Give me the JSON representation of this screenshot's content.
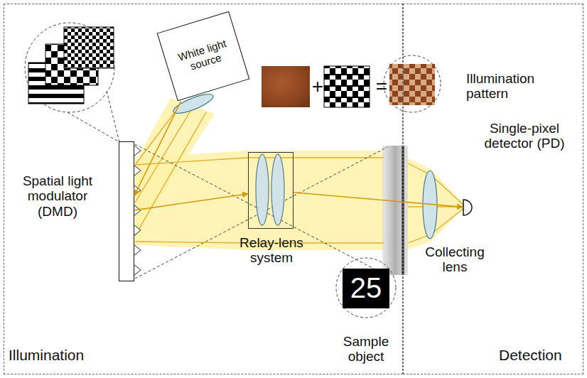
{
  "diagram": {
    "nodes": [
      {
        "text": [
          "Illumination"
        ]
      },
      {
        "text": [
          "Detection"
        ]
      },
      {
        "text": [
          "White light source"
        ],
        "in": 0
      },
      {
        "text": [
          "Spatial light modulator (DMD)"
        ],
        "in": 0
      },
      {
        "text": [
          "Relay-lens system"
        ],
        "in": 0
      },
      {
        "text": [
          "Single-pixel detector (PD)"
        ],
        "in": 1
      }
    ],
    "edges": [
      {
        "from": 2,
        "to": 3,
        "arrow": "to"
      },
      {
        "from": 3,
        "to": 4,
        "arrow": "to"
      },
      {
        "from": 4,
        "to": 5,
        "arrow": "to"
      }
    ],
    "labels": [
      "+",
      "=",
      "Illumination pattern",
      "25",
      "Sample object",
      "Collecting lens"
    ]
  }
}
